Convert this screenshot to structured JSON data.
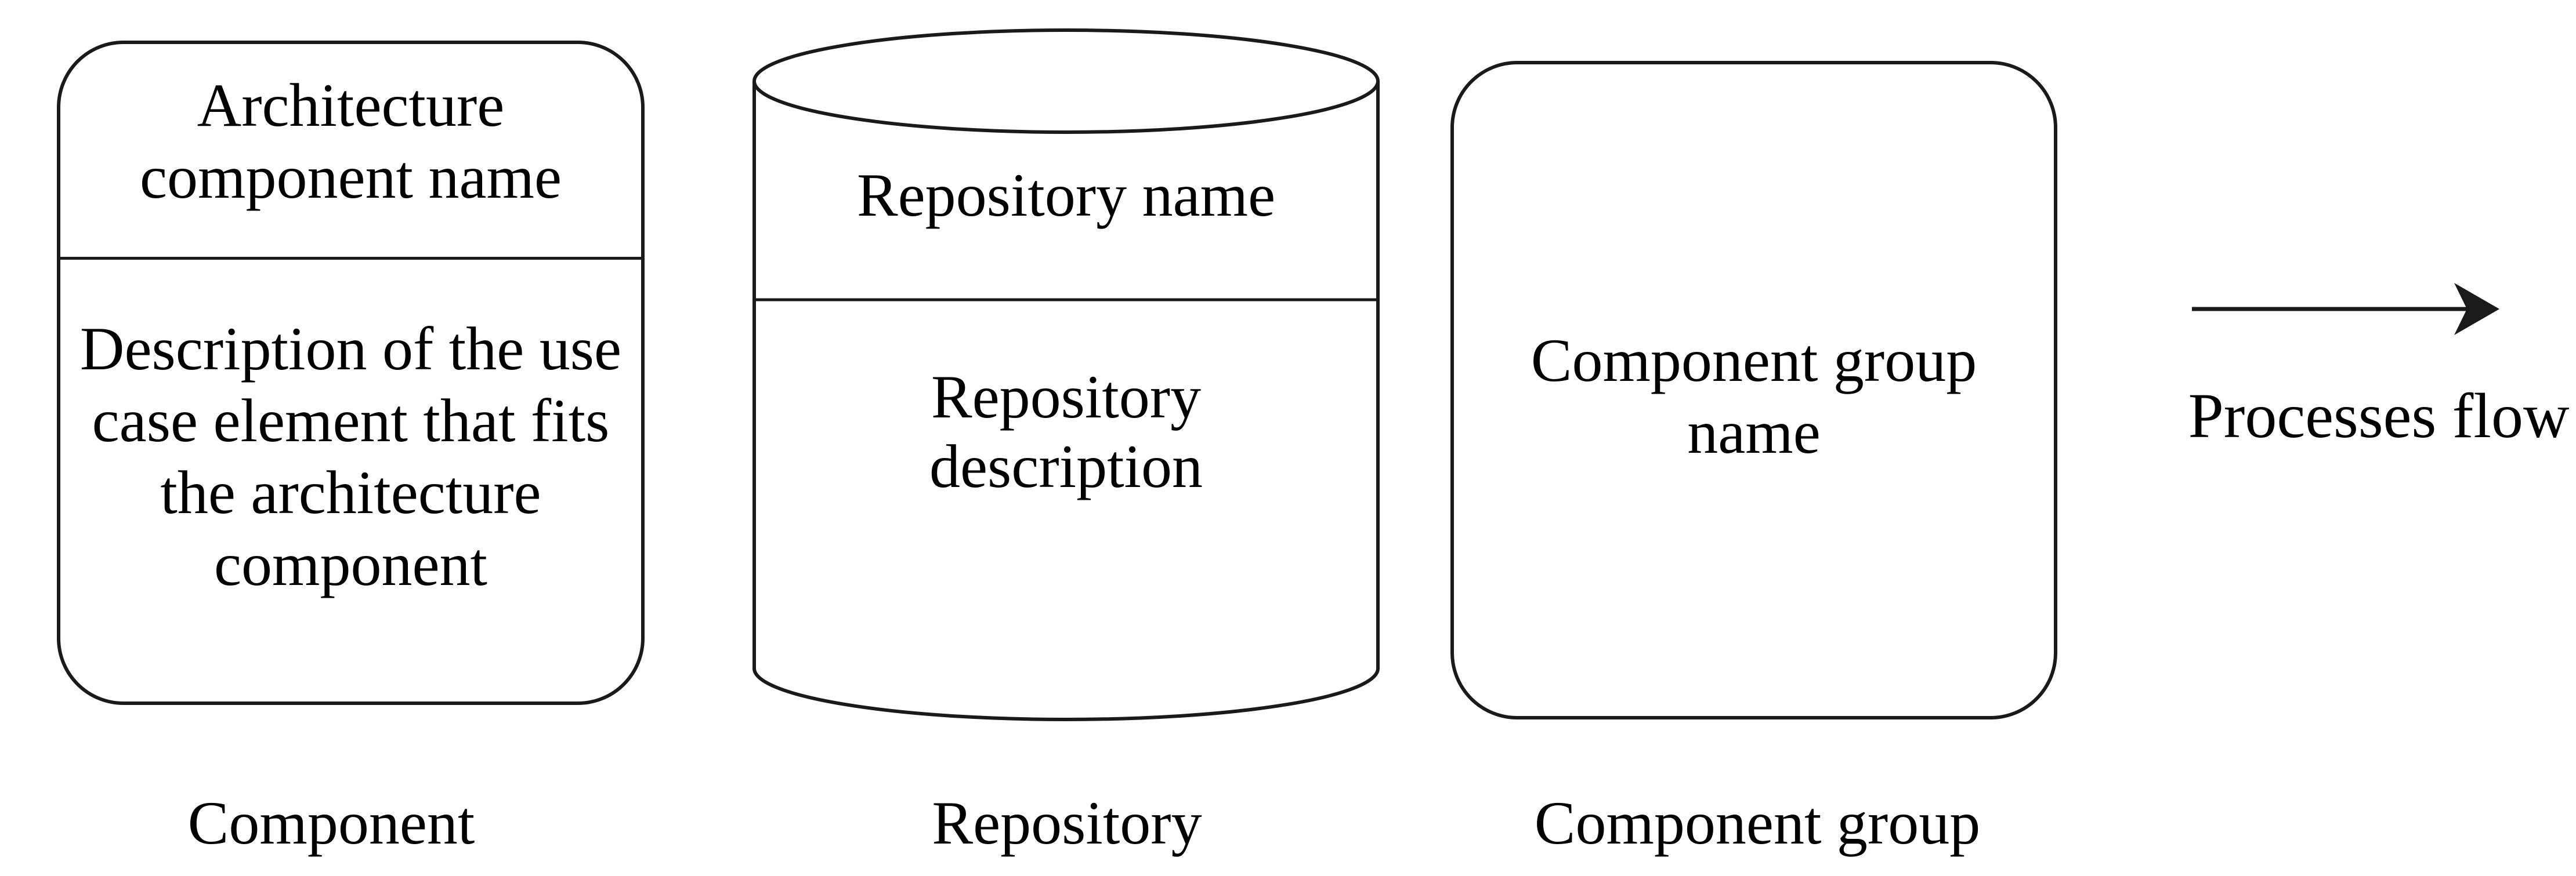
{
  "canvas": {
    "background": "#ffffff",
    "stroke_color": "#1a1a1a",
    "text_color": "#000000"
  },
  "legend": {
    "component": {
      "name_text": "Architecture\ncomponent name",
      "description_text": "Description of the use\ncase element that fits\nthe architecture\ncomponent",
      "caption": "Component"
    },
    "repository": {
      "name_text": "Repository name",
      "description_text": "Repository\ndescription",
      "caption": "Repository"
    },
    "component_group": {
      "name_text": "Component group\nname",
      "caption": "Component group"
    },
    "processes_flow": {
      "caption": "Processes flow",
      "direction": "right"
    }
  }
}
